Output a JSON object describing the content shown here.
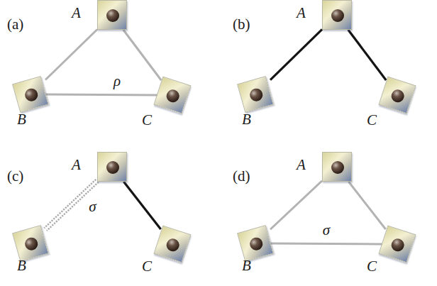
{
  "diagram": {
    "nodes": [
      {
        "text": [
          "A"
        ]
      },
      {
        "text": [
          "B"
        ]
      },
      {
        "text": [
          "C"
        ]
      },
      {
        "text": [
          "A"
        ]
      },
      {
        "text": [
          "B"
        ]
      },
      {
        "text": [
          "C"
        ]
      },
      {
        "text": [
          "A"
        ]
      },
      {
        "text": [
          "B"
        ]
      },
      {
        "text": [
          "C"
        ]
      },
      {
        "text": [
          "A"
        ]
      },
      {
        "text": [
          "B"
        ]
      },
      {
        "text": [
          "C"
        ]
      }
    ],
    "edges": [
      {
        "from": 0,
        "to": 1,
        "arrow": "none"
      },
      {
        "from": 0,
        "to": 2,
        "arrow": "none"
      },
      {
        "from": 1,
        "to": 2,
        "label": "ρ",
        "arrow": "none"
      },
      {
        "from": 3,
        "to": 4,
        "arrow": "none"
      },
      {
        "from": 3,
        "to": 5,
        "arrow": "none"
      },
      {
        "from": 6,
        "to": 7,
        "label": "σ",
        "arrow": "none"
      },
      {
        "from": 6,
        "to": 8,
        "arrow": "none"
      },
      {
        "from": 9,
        "to": 10,
        "arrow": "none"
      },
      {
        "from": 9,
        "to": 11,
        "arrow": "none"
      },
      {
        "from": 10,
        "to": 11,
        "label": "σ",
        "arrow": "none"
      }
    ],
    "labels": [
      "(a)",
      "(b)",
      "(c)",
      "(d)"
    ]
  }
}
